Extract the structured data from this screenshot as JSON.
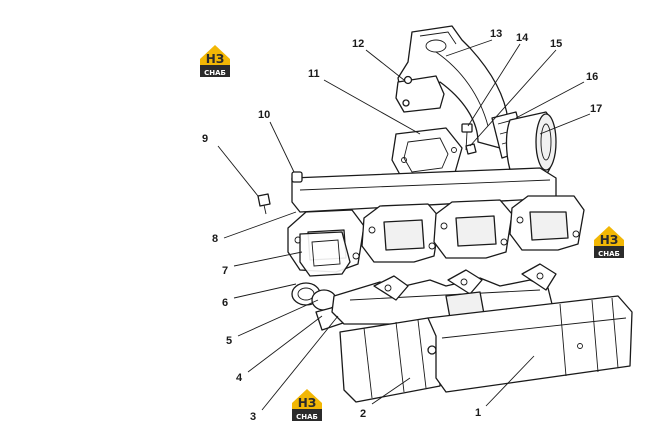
{
  "logo": {
    "letters": "НЗ",
    "word": "СНАБ",
    "color_yellow": "#f2b705",
    "color_dark": "#2b2b2b"
  },
  "callouts": [
    {
      "id": "1",
      "label": "1"
    },
    {
      "id": "2",
      "label": "2"
    },
    {
      "id": "3",
      "label": "3"
    },
    {
      "id": "4",
      "label": "4"
    },
    {
      "id": "5",
      "label": "5"
    },
    {
      "id": "6",
      "label": "6"
    },
    {
      "id": "7",
      "label": "7"
    },
    {
      "id": "8",
      "label": "8"
    },
    {
      "id": "9",
      "label": "9"
    },
    {
      "id": "10",
      "label": "10"
    },
    {
      "id": "11",
      "label": "11"
    },
    {
      "id": "12",
      "label": "12"
    },
    {
      "id": "13",
      "label": "13"
    },
    {
      "id": "14",
      "label": "14"
    },
    {
      "id": "15",
      "label": "15"
    },
    {
      "id": "16",
      "label": "16"
    },
    {
      "id": "17",
      "label": "17"
    }
  ]
}
